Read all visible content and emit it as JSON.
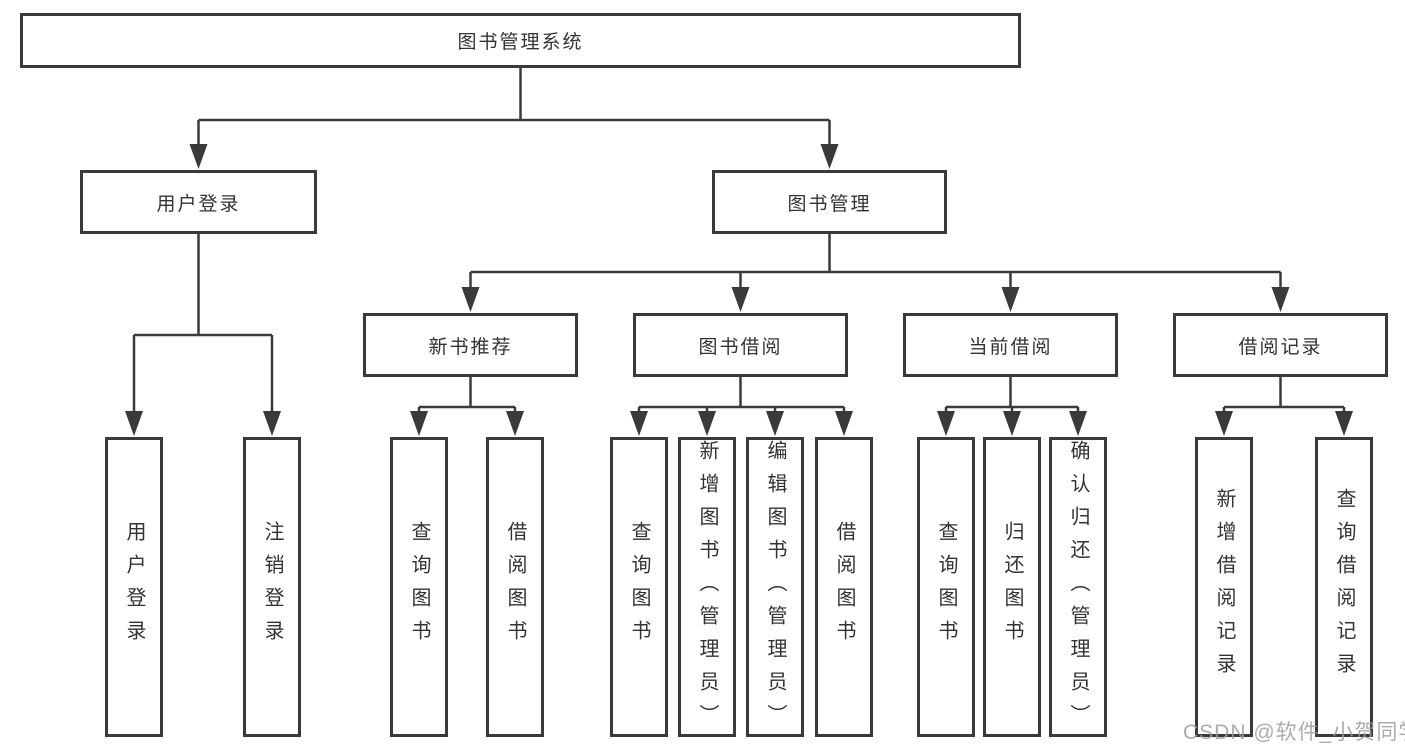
{
  "tree": {
    "root": "图书管理系统",
    "branches": [
      {
        "label": "用户登录",
        "children": [
          "用户登录",
          "注销登录"
        ]
      },
      {
        "label": "图书管理",
        "children": [
          {
            "label": "新书推荐",
            "children": [
              "查询图书",
              "借阅图书"
            ]
          },
          {
            "label": "图书借阅",
            "children": [
              "查询图书",
              "新增图书（管理员）",
              "编辑图书（管理员）",
              "借阅图书"
            ]
          },
          {
            "label": "当前借阅",
            "children": [
              "查询图书",
              "归还图书",
              "确认归还（管理员）"
            ]
          },
          {
            "label": "借阅记录",
            "children": [
              "新增借阅记录",
              "查询借阅记录"
            ]
          }
        ]
      }
    ]
  },
  "watermark": {
    "text": "CSDN @软件_小贺同学"
  },
  "colors": {
    "line": "#3a3a3a",
    "text": "#333333",
    "box_fill": "#ffffff",
    "watermark": "#9e9e9e"
  }
}
